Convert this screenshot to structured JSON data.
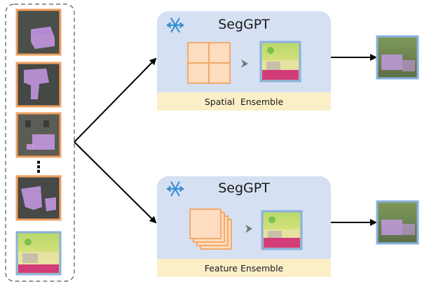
{
  "top_panel": {
    "title": "SegGPT",
    "caption": "Spatial  Ensemble",
    "icon": "snowflake-icon"
  },
  "bottom_panel": {
    "title": "SegGPT",
    "caption": "Feature Ensemble",
    "icon": "snowflake-icon"
  },
  "prompt_column": {
    "ellipsis": "⋮",
    "thumbnail_count": 5
  },
  "colors": {
    "panel_fill": "#d6e0f3",
    "caption_fill": "#fbefc8",
    "prompt_border": "#f0a060",
    "query_border": "#8ab0e0",
    "mask_tint": "#c89ae8",
    "arrow": "#000000",
    "grid_fill": "#fddcc0",
    "grid_stroke": "#f2a65f",
    "snowflake": "#3a8fd0"
  }
}
